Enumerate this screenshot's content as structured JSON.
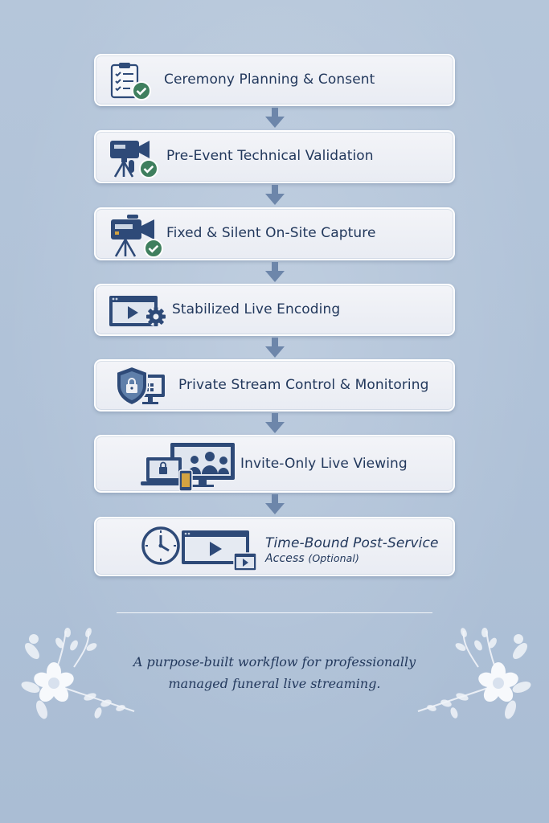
{
  "steps": [
    {
      "label": "Ceremony Planning & Consent",
      "icon": "checklist-icon"
    },
    {
      "label": "Pre-Event Technical Validation",
      "icon": "camera-tripod-check-icon"
    },
    {
      "label": "Fixed & Silent On-Site Capture",
      "icon": "video-camera-icon"
    },
    {
      "label": "Stabilized Live Encoding",
      "icon": "video-encoding-gear-icon"
    },
    {
      "label": "Private Stream Control & Monitoring",
      "icon": "shield-lock-monitor-icon"
    },
    {
      "label": "Invite-Only Live Viewing",
      "icon": "devices-viewers-icon"
    },
    {
      "label": "Time-Bound Post-Service",
      "label2": "Access",
      "label2_note": "(Optional)",
      "icon": "clock-video-icon"
    }
  ],
  "tagline": {
    "line1": "A purpose-built workflow for professionally",
    "line2": "managed funeral live streaming."
  },
  "colors": {
    "background": "#b3c5da",
    "card": "#eef0f5",
    "text": "#22385c",
    "icon_dark": "#2e4a78",
    "arrow": "#6d86aa",
    "check_green": "#3f7f5e"
  }
}
